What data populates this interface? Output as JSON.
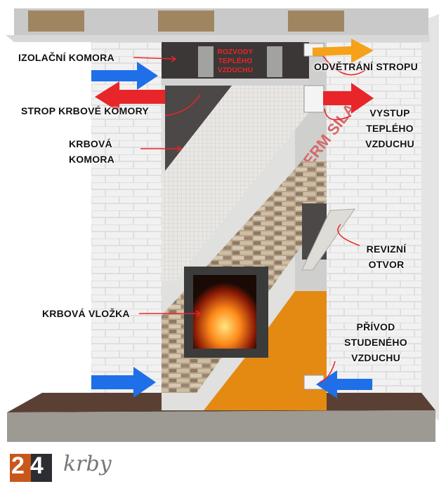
{
  "labels": {
    "insulation_chamber": "IZOLAČNÍ KOMORA",
    "warm_air_distribution": [
      "ROZVODY",
      "TEPLÉHO",
      "VZDUCHU"
    ],
    "ceiling_ventilation": "ODVĚTRÁNÍ STROPU",
    "chamber_ceiling": "STROP KRBOVÉ KOMORY",
    "warm_air_outlet": [
      "VYSTUP",
      "TEPLÉHO",
      "VZDUCHU"
    ],
    "fireplace_chamber": [
      "KRBOVÁ",
      "KOMORA"
    ],
    "inspection_opening": [
      "REVIZNÍ",
      "OTVOR"
    ],
    "fireplace_insert": "KRBOVÁ VLOŽKA",
    "cold_air_inlet": [
      "PŘÍVOD",
      "STUDENÉHO",
      "VZDUCHU"
    ]
  },
  "mesh_watermark": "SILATERM SILATERM SILA",
  "logo": {
    "number": "24",
    "text": "krby"
  },
  "colors": {
    "warm_arrow": "#e8262a",
    "cold_arrow": "#1f6fe8",
    "vent_arrow": "#f5a21a",
    "orange_panel": "#e48a12",
    "label_red": "#e8262a"
  }
}
